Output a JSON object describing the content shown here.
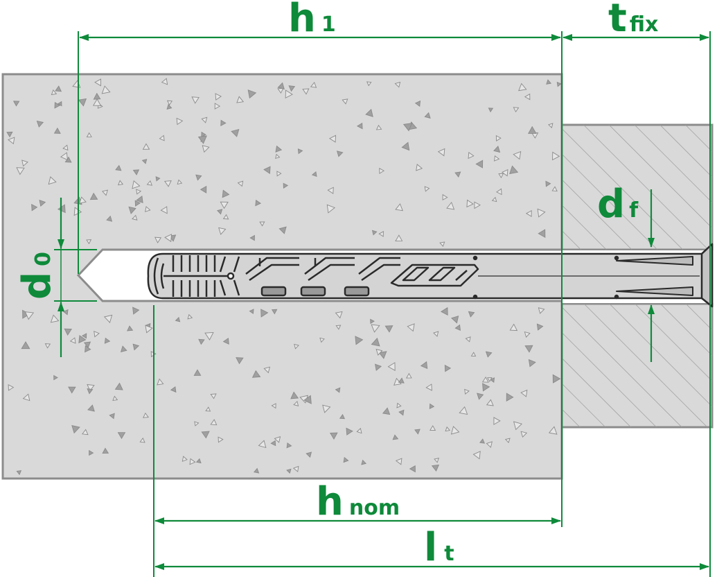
{
  "colors": {
    "accent": "#0e8a3a",
    "base_fill": "#d9d9d9",
    "base_stroke": "#8c8c8c",
    "fixture_fill": "#d9d9d9",
    "anchor_fill": "#d4d4d4",
    "anchor_stroke": "#2a2a2a",
    "hatch": "#9a9a9a",
    "speck": "#8a8a8a"
  },
  "labels": {
    "h1": {
      "main": "h",
      "sub": "1"
    },
    "tfix": {
      "main": "t",
      "sub": "fix"
    },
    "df": {
      "main": "d",
      "sub": "f"
    },
    "d0": {
      "main": "d",
      "sub": "0"
    },
    "hnom": {
      "main": "h",
      "sub": "nom"
    },
    "lt": {
      "main": "l",
      "sub": "t"
    }
  }
}
